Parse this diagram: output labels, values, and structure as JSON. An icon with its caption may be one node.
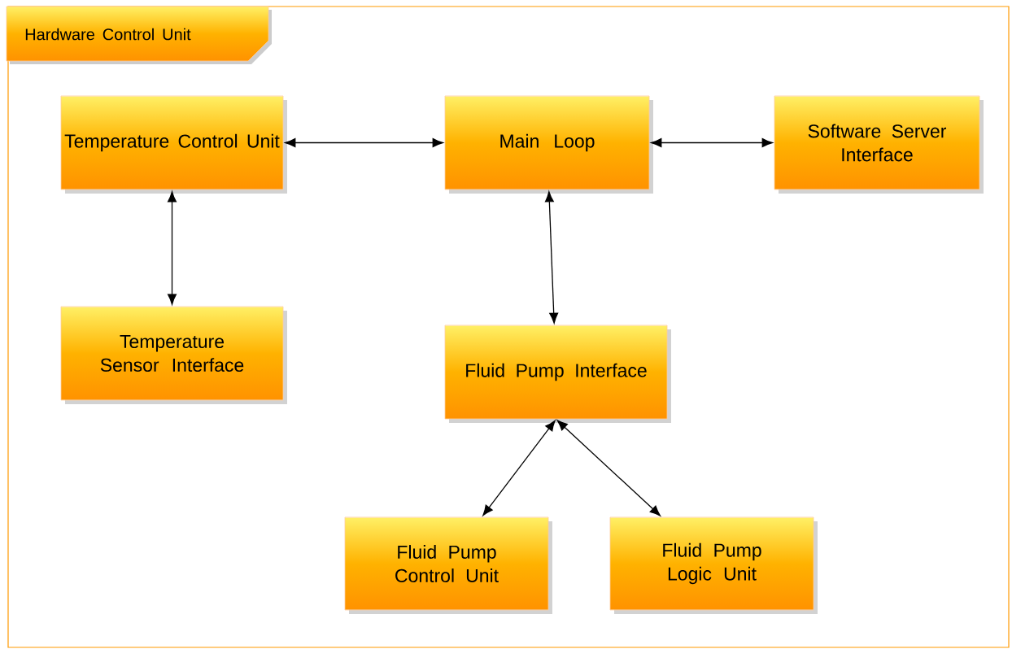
{
  "diagram": {
    "nodes": [
      {
        "text": [
          "Hardware Control Unit"
        ]
      },
      {
        "text": [
          "Temperature Control Unit"
        ],
        "in": 0
      },
      {
        "text": [
          "Main Loop"
        ],
        "in": 0
      },
      {
        "text": [
          "Software Server Interface"
        ],
        "in": 0
      },
      {
        "text": [
          "Temperature Sensor Interface"
        ],
        "in": 0
      },
      {
        "text": [
          "Fluid Pump Interface"
        ],
        "in": 0
      },
      {
        "text": [
          "Fluid Pump Control Unit"
        ],
        "in": 0
      },
      {
        "text": [
          "Fluid Pump Logic Unit"
        ],
        "in": 0
      }
    ],
    "edges": [
      {
        "from": 1,
        "to": 2,
        "arrow": "both"
      },
      {
        "from": 2,
        "to": 3,
        "arrow": "both"
      },
      {
        "from": 1,
        "to": 4,
        "arrow": "both"
      },
      {
        "from": 2,
        "to": 5,
        "arrow": "both"
      },
      {
        "from": 5,
        "to": 6,
        "arrow": "both"
      },
      {
        "from": 5,
        "to": 7,
        "arrow": "both"
      }
    ]
  }
}
